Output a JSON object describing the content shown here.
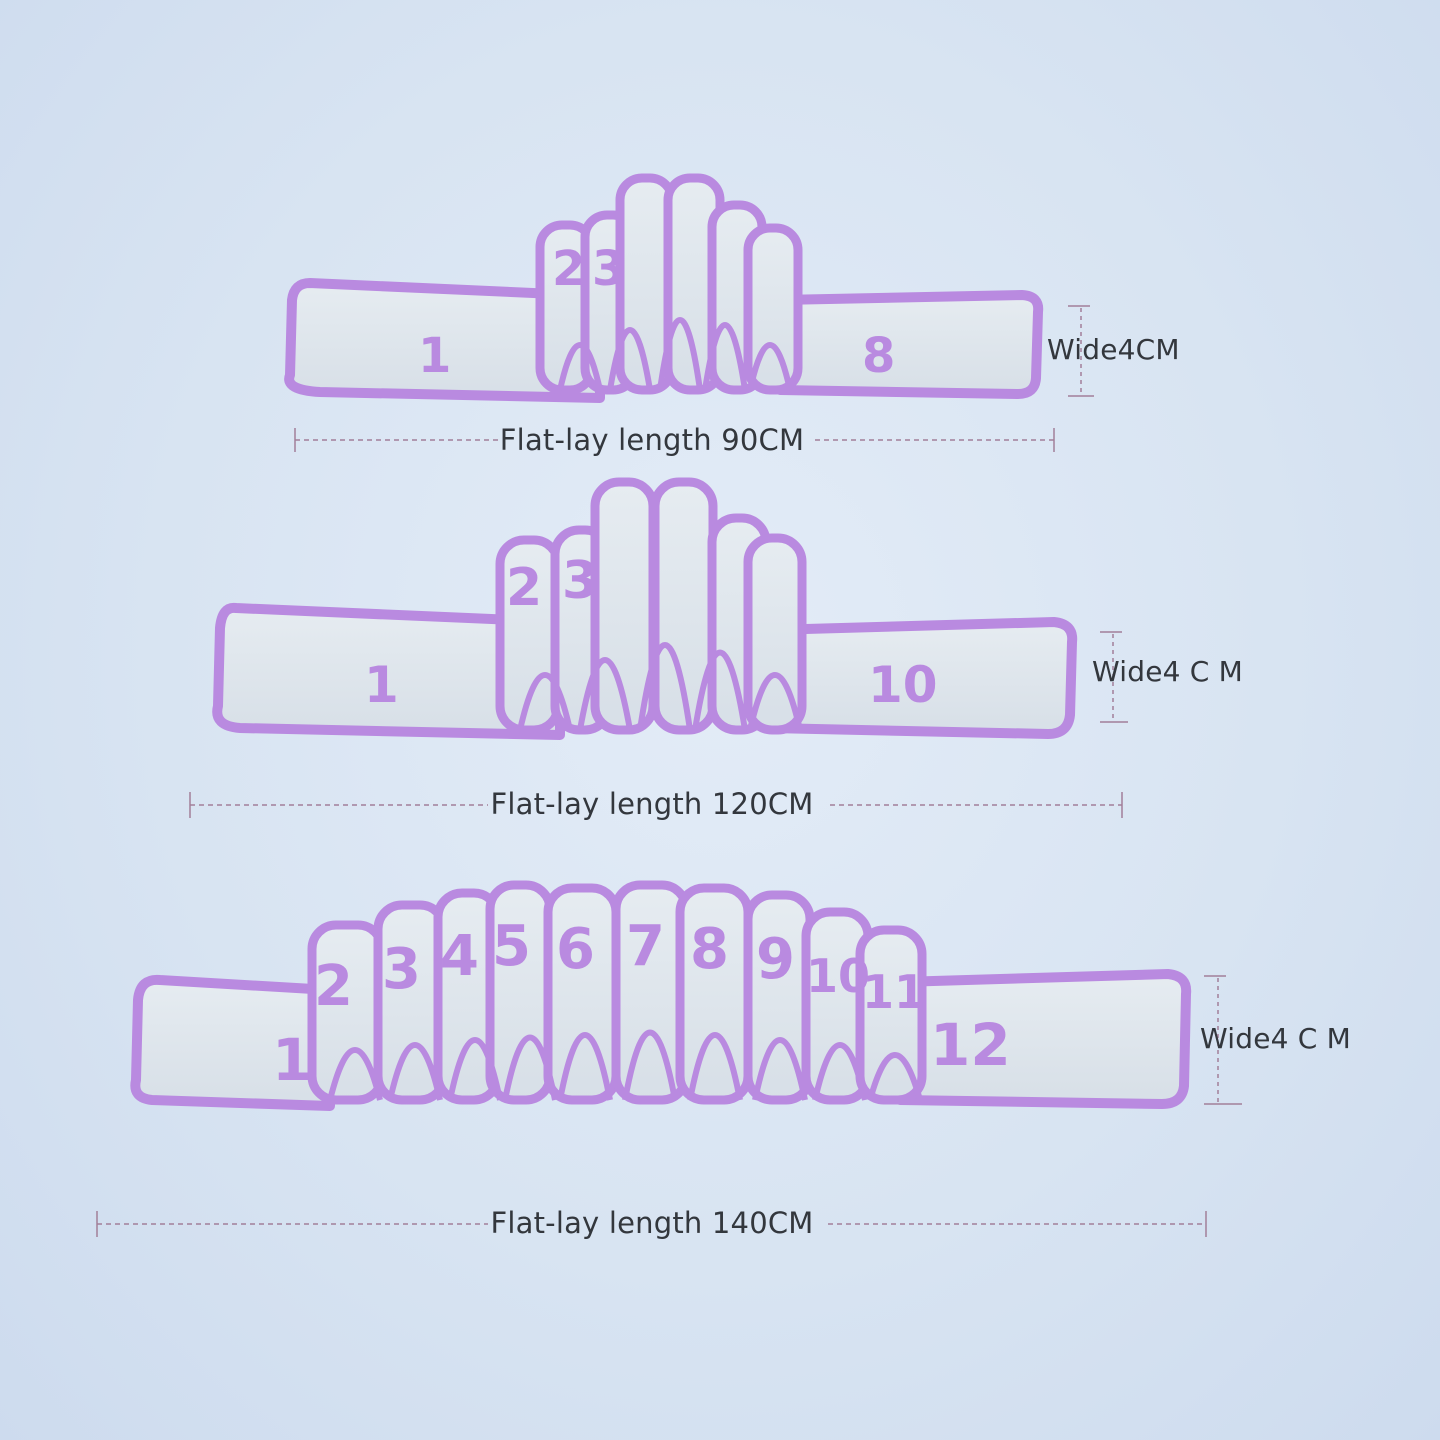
{
  "colors": {
    "background": "#d8e4f2",
    "band": "#dfe6ec",
    "edge": "#b98ae0",
    "digit": "#b98ae0",
    "dimension_line": "#a27f99"
  },
  "straps": [
    {
      "left_number": "1",
      "right_number": "8",
      "width_label": "Wide4CM",
      "length_label": "Flat-lay length 90CM",
      "fold_numbers": [
        "2",
        "3"
      ]
    },
    {
      "left_number": "1",
      "right_number": "10",
      "width_label": "Wide4 C M",
      "length_label": "Flat-lay length 120CM",
      "fold_numbers": [
        "2",
        "3"
      ]
    },
    {
      "left_number": "1",
      "right_number": "12",
      "width_label": "Wide4 C M",
      "length_label": "Flat-lay length 140CM",
      "fold_numbers": [
        "2",
        "3",
        "4",
        "5",
        "6",
        "7",
        "8",
        "9",
        "10",
        "11"
      ]
    }
  ]
}
